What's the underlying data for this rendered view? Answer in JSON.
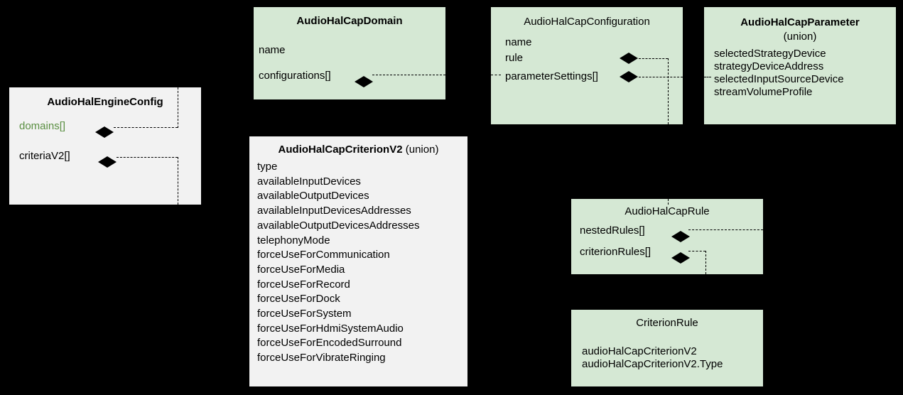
{
  "diagram": {
    "background_color": "#000000",
    "entity_fill_green": "#d5e8d4",
    "entity_fill_white": "#f2f2f2",
    "accent_text_color": "#5a8f42"
  },
  "entities": {
    "engine_config": {
      "title": "AudioHalEngineConfig",
      "attributes": [
        {
          "label": "domains[]"
        },
        {
          "label": "criteriaV2[]"
        }
      ]
    },
    "cap_domain": {
      "title": "AudioHalCapDomain",
      "attributes": [
        {
          "label": "name"
        },
        {
          "label": "configurations[]"
        }
      ]
    },
    "cap_configuration": {
      "title": "AudioHalCapConfiguration",
      "attributes": [
        {
          "label": "name"
        },
        {
          "label": "rule"
        },
        {
          "label": "parameterSettings[]"
        }
      ]
    },
    "cap_parameter": {
      "title": "AudioHalCapParameter",
      "subtitle": "(union)",
      "attributes": [
        {
          "label": "selectedStrategyDevice"
        },
        {
          "label": "strategyDeviceAddress"
        },
        {
          "label": "selectedInputSourceDevice"
        },
        {
          "label": "streamVolumeProfile"
        }
      ]
    },
    "cap_criterion_v2": {
      "title": "AudioHalCapCriterionV2",
      "title_suffix": "(union)",
      "attributes": [
        {
          "label": "type"
        },
        {
          "label": "availableInputDevices"
        },
        {
          "label": "availableOutputDevices"
        },
        {
          "label": "availableInputDevicesAddresses"
        },
        {
          "label": "availableOutputDevicesAddresses"
        },
        {
          "label": "telephonyMode"
        },
        {
          "label": "forceUseForCommunication"
        },
        {
          "label": "forceUseForMedia"
        },
        {
          "label": "forceUseForRecord"
        },
        {
          "label": "forceUseForDock"
        },
        {
          "label": "forceUseForSystem"
        },
        {
          "label": "forceUseForHdmiSystemAudio"
        },
        {
          "label": "forceUseForEncodedSurround"
        },
        {
          "label": "forceUseForVibrateRinging"
        }
      ]
    },
    "cap_rule": {
      "title": "AudioHalCapRule",
      "attributes": [
        {
          "label": "nestedRules[]"
        },
        {
          "label": "criterionRules[]"
        }
      ]
    },
    "criterion_rule": {
      "title": "CriterionRule",
      "attributes": [
        {
          "label": "audioHalCapCriterionV2"
        },
        {
          "label": "audioHalCapCriterionV2.Type"
        }
      ]
    }
  }
}
